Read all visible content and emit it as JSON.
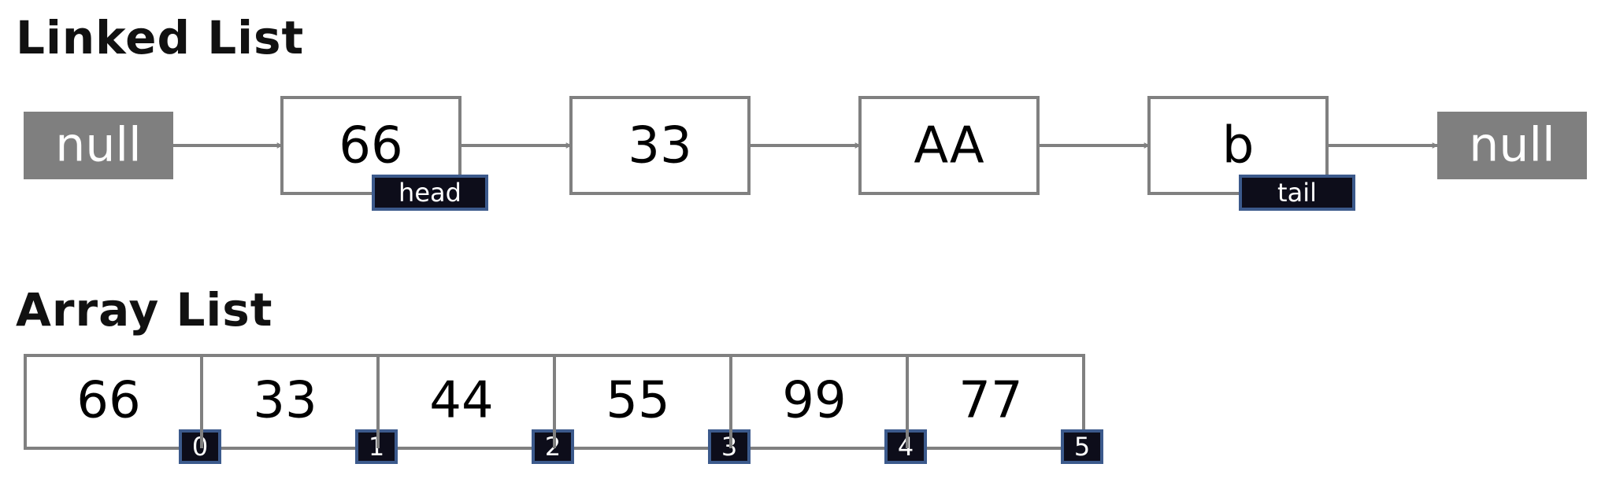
{
  "linked_list": {
    "title": "Linked List",
    "start_null": "null",
    "end_null": "null",
    "nodes": [
      {
        "value": "66",
        "tag": "head"
      },
      {
        "value": "33",
        "tag": ""
      },
      {
        "value": "AA",
        "tag": ""
      },
      {
        "value": "b",
        "tag": "tail"
      }
    ]
  },
  "array_list": {
    "title": "Array List",
    "cells": [
      {
        "value": "66",
        "index": "0"
      },
      {
        "value": "33",
        "index": "1"
      },
      {
        "value": "44",
        "index": "2"
      },
      {
        "value": "55",
        "index": "3"
      },
      {
        "value": "99",
        "index": "4"
      },
      {
        "value": "77",
        "index": "5"
      }
    ]
  },
  "colors": {
    "border": "#808080",
    "null_fill": "#7f7f7f",
    "tag_fill": "#0d0d1a",
    "tag_border": "#3c5a8c",
    "text": "#000000"
  }
}
